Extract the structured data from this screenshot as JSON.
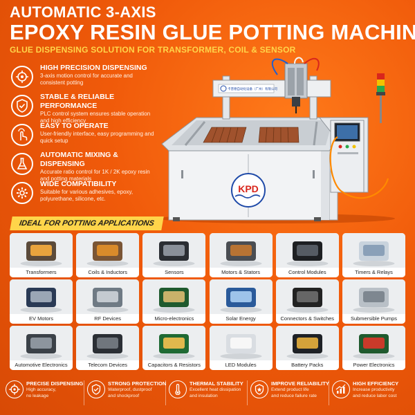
{
  "header": {
    "line1": "AUTOMATIC 3-AXIS",
    "line2": "EPOXY RESIN GLUE POTTING MACHINE",
    "line3": "GLUE DISPENSING SOLUTION FOR TRANSFORMER, COIL & SENSOR"
  },
  "features": [
    {
      "icon": "crosshair-icon",
      "title": "HIGH PRECISION DISPENSING",
      "desc": "3-axis motion control for accurate and consistent potting"
    },
    {
      "icon": "shield-check-icon",
      "title": "STABLE & RELIABLE PERFORMANCE",
      "desc": "PLC control system ensures stable operation and high efficiency"
    },
    {
      "icon": "touch-hand-icon",
      "title": "EASY TO OPERATE",
      "desc": "User-friendly interface, easy programming and quick setup"
    },
    {
      "icon": "flask-icon",
      "title": "AUTOMATIC MIXING & DISPENSING",
      "desc": "Accurate ratio control for 1K / 2K epoxy resin and potting materials"
    },
    {
      "icon": "gear-icon",
      "title": "WIDE COMPATIBILITY",
      "desc": "Suitable for various adhesives, epoxy, polyurethane, silicone, etc."
    }
  ],
  "machine": {
    "brand": "KPD",
    "plate_text": "卡普德自动化设备（广州）有限公司"
  },
  "apps": {
    "label": "IDEAL FOR POTTING APPLICATIONS",
    "items": [
      "Transformers",
      "Coils & Inductors",
      "Sensors",
      "Motors & Stators",
      "Control Modules",
      "Timers & Relays",
      "EV Motors",
      "RF Devices",
      "Micro-electronics",
      "Solar Energy",
      "Connectors & Switches",
      "Submersible Pumps",
      "Automotive Electronics",
      "Telecom Devices",
      "Capacitors & Resistors",
      "LED Modules",
      "Battery Packs",
      "Power Electronics"
    ]
  },
  "footer": [
    {
      "icon": "target-icon",
      "title": "PRECISE DISPENSING",
      "desc1": "High accuracy,",
      "desc2": "no leakage"
    },
    {
      "icon": "shield-check-icon",
      "title": "STRONG PROTECTION",
      "desc1": "Waterproof, dustproof",
      "desc2": "and shockproof"
    },
    {
      "icon": "thermometer-icon",
      "title": "THERMAL STABILITY",
      "desc1": "Excellent heat dissipation",
      "desc2": "and insulation"
    },
    {
      "icon": "shield-star-icon",
      "title": "IMPROVE RELIABILITY",
      "desc1": "Extend product life",
      "desc2": "and reduce failure rate"
    },
    {
      "icon": "growth-chart-icon",
      "title": "HIGH EFFICIENCY",
      "desc1": "Increase productivity",
      "desc2": "and reduce labor cost"
    }
  ]
}
